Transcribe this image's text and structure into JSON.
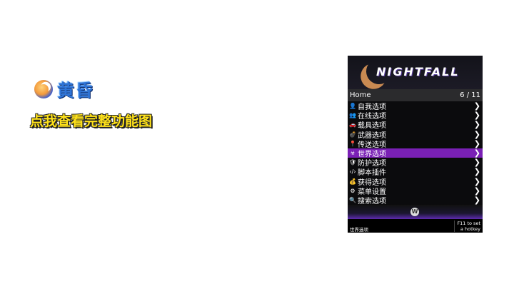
{
  "brand": {
    "name": "黄昏",
    "icon": "dusk-logo-icon"
  },
  "promo_text": "点我查看完整功能图",
  "panel": {
    "logo_text": "NIGHTFALL",
    "title": "Home",
    "page_indicator": "6 / 11",
    "items": [
      {
        "label": "自我选项",
        "icon": "person-icon",
        "glyph": "👤"
      },
      {
        "label": "在线选项",
        "icon": "group-icon",
        "glyph": "👥"
      },
      {
        "label": "载具选项",
        "icon": "car-icon",
        "glyph": "🚗"
      },
      {
        "label": "武器选项",
        "icon": "bomb-icon",
        "glyph": "💣"
      },
      {
        "label": "传送选项",
        "icon": "location-pin-icon",
        "glyph": "📍"
      },
      {
        "label": "世界选项",
        "icon": "biohazard-icon",
        "glyph": "☣"
      },
      {
        "label": "防护选项",
        "icon": "shield-icon",
        "glyph": "🛡"
      },
      {
        "label": "脚本插件",
        "icon": "code-icon",
        "glyph": "‹/›"
      },
      {
        "label": "获得选项",
        "icon": "money-bag-icon",
        "glyph": "💰"
      },
      {
        "label": "菜单设置",
        "icon": "gear-icon",
        "glyph": "⚙"
      },
      {
        "label": "搜索选项",
        "icon": "search-icon",
        "glyph": "🔍"
      }
    ],
    "selected_index": 5,
    "footer_description": "世界选项",
    "hotkey_hint_line1": "F11 to set",
    "hotkey_hint_line2": "a hotkey",
    "accent_color": "#7a20b5"
  }
}
